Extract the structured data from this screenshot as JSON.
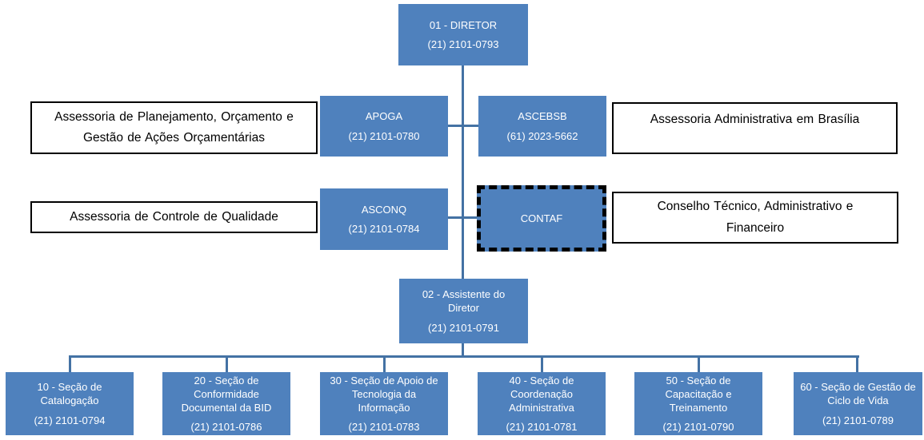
{
  "chart": {
    "diretor": {
      "name": "01 - DIRETOR",
      "phone": "(21) 2101-0793"
    },
    "apoga": {
      "name": "APOGA",
      "phone": "(21) 2101-0780"
    },
    "ascebsb": {
      "name": "ASCEBSB",
      "phone": "(61) 2023-5662"
    },
    "asconq": {
      "name": "ASCONQ",
      "phone": "(21) 2101-0784"
    },
    "contaf": {
      "name": "CONTAF"
    },
    "assistente": {
      "name": "02 - Assistente do\nDiretor",
      "phone": "(21) 2101-0791"
    },
    "labels": {
      "planejamento": "Assessoria de Planejamento, Orçamento e\nGestão de Ações Orçamentárias",
      "brasilia": "Assessoria Administrativa em Brasília",
      "qualidade": "Assessoria de Controle de Qualidade",
      "conselho": "Conselho Técnico, Administrativo e\nFinanceiro"
    },
    "sections": [
      {
        "name": "10 - Seção de\nCatalogação",
        "phone": "(21) 2101-0794"
      },
      {
        "name": "20 - Seção de\nConformidade\nDocumental da BID",
        "phone": "(21) 2101-0786"
      },
      {
        "name": "30 - Seção de Apoio de\nTecnologia da\nInformação",
        "phone": "(21) 2101-0783"
      },
      {
        "name": "40 - Seção de\nCoordenação\nAdministrativa",
        "phone": "(21) 2101-0781"
      },
      {
        "name": "50 - Seção de\nCapacitação e\nTreinamento",
        "phone": "(21) 2101-0790"
      },
      {
        "name": "60 - Seção de Gestão de\nCiclo de Vida",
        "phone": "(21) 2101-0789"
      }
    ],
    "colors": {
      "node_fill": "#4f81bd",
      "node_text": "#ffffff",
      "connector": "#4472a4",
      "label_background": "#ffffff",
      "label_border": "#000000",
      "contaf_dashed_border": "#000000",
      "background": "#ffffff"
    }
  }
}
